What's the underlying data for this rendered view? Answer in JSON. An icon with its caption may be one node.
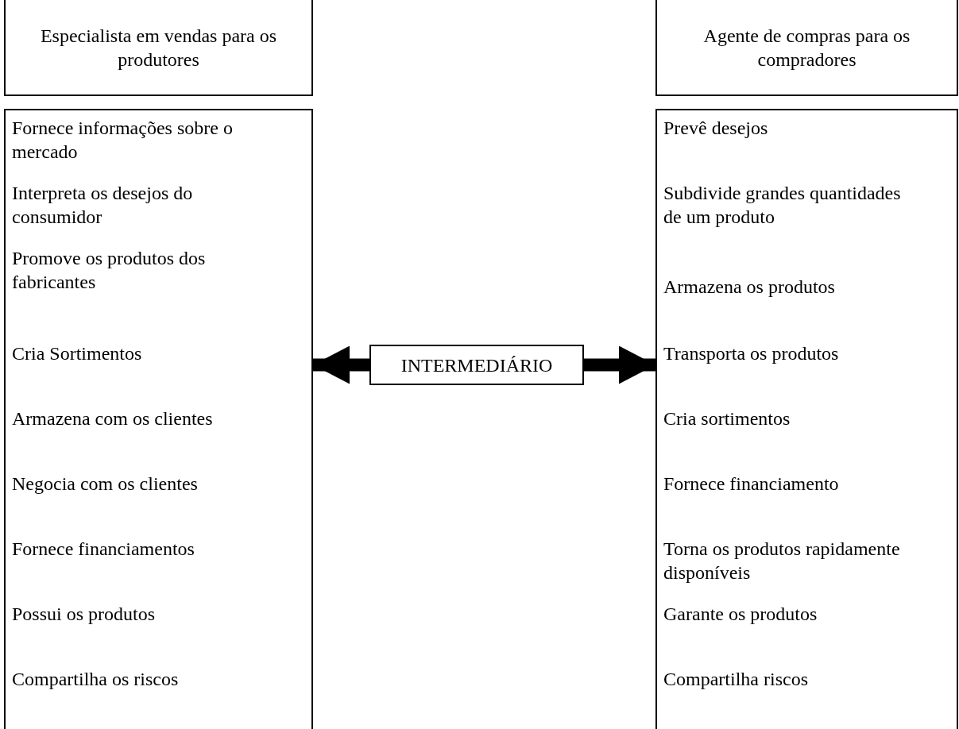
{
  "diagram": {
    "nodes": [
      {
        "text": [
          "Especialista em vendas para os produtores"
        ]
      },
      {
        "text": [
          "Fornece informações sobre o mercado",
          "Interpreta os desejos do consumidor",
          "Promove os produtos dos fabricantes",
          "Cria Sortimentos",
          "Armazena com os clientes",
          "Negocia com os clientes",
          "Fornece financiamentos",
          "Possui os produtos",
          "Compartilha os riscos"
        ]
      },
      {
        "text": [
          "Agente de compras para os compradores"
        ]
      },
      {
        "text": [
          "Prevê desejos",
          "Subdivide grandes quantidades de um produto",
          "Armazena os produtos",
          "Transporta os produtos",
          "Cria sortimentos",
          "Fornece financiamento",
          "Torna os produtos rapidamente disponíveis",
          "Garante os produtos",
          "Compartilha riscos"
        ]
      },
      {
        "text": [
          "INTERMEDIÁRIO"
        ]
      }
    ],
    "edges": [
      {
        "from": 4,
        "to": 1,
        "arrow": "to"
      },
      {
        "from": 4,
        "to": 3,
        "arrow": "to"
      }
    ]
  }
}
